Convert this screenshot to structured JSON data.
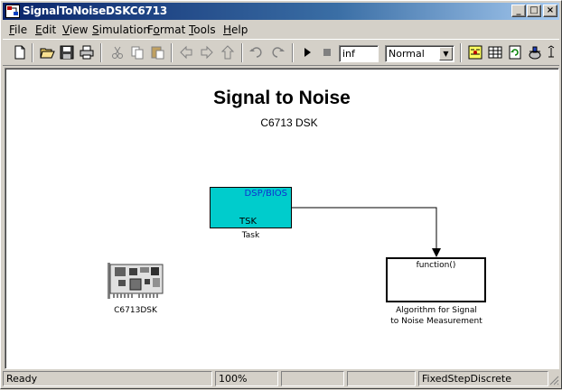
{
  "window": {
    "title": "SignalToNoiseDSKC6713",
    "controls": {
      "minimize": "_",
      "maximize": "□",
      "close": "×"
    }
  },
  "menu": [
    "File",
    "Edit",
    "View",
    "Simulation",
    "Format",
    "Tools",
    "Help"
  ],
  "menu_underline": [
    "F",
    "E",
    "V",
    "S",
    "o",
    "T",
    "H"
  ],
  "toolbar": {
    "icons": [
      "new-icon",
      "open-icon",
      "save-icon",
      "print-icon",
      "cut-icon",
      "copy-icon",
      "paste-icon",
      "back-icon",
      "forward-icon",
      "up-icon",
      "undo-icon",
      "redo-icon",
      "play-icon",
      "stop-icon",
      "library-icon",
      "model-explorer-icon",
      "update-icon",
      "debug-icon"
    ],
    "stop_time": "inf",
    "sim_mode": "Normal"
  },
  "model": {
    "title": "Signal to Noise",
    "subtitle": "C6713 DSK",
    "task_block": {
      "header": "DSP/BIOS",
      "port_label": "TSK",
      "caption": "Task",
      "color": "#00cccc"
    },
    "board_block": {
      "caption": "C6713DSK"
    },
    "function_block": {
      "header": "function()",
      "caption_line1": "Algorithm for Signal",
      "caption_line2": "to Noise Measurement"
    }
  },
  "status": {
    "ready": "Ready",
    "zoom": "100%",
    "solver": "FixedStepDiscrete"
  }
}
